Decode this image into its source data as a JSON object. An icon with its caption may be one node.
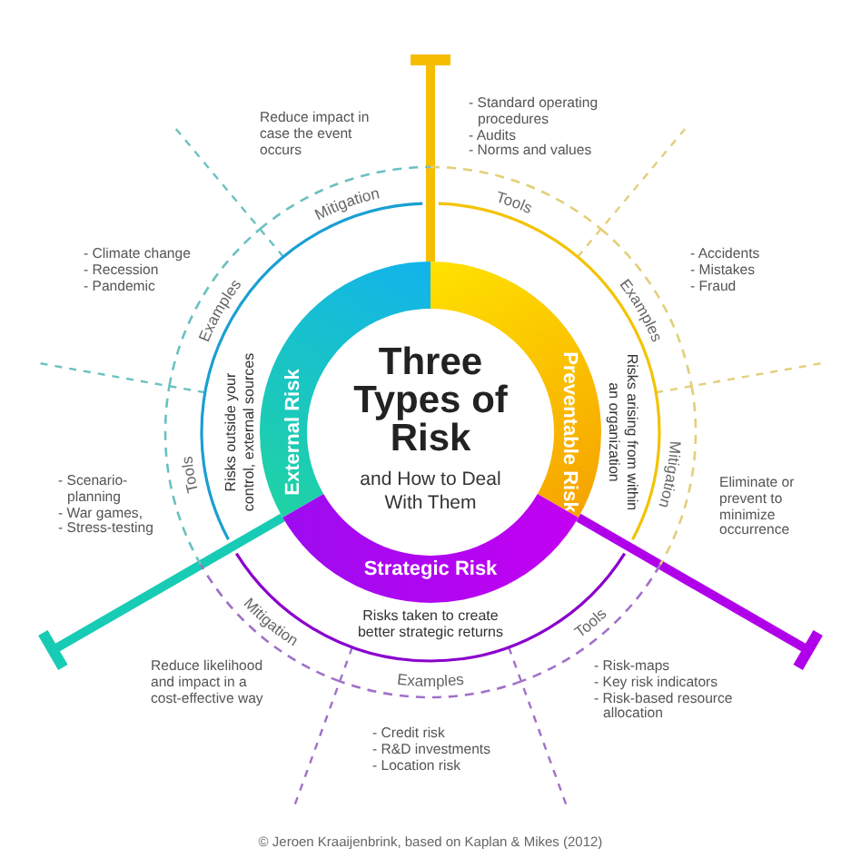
{
  "diagram": {
    "title": "Three Types of Risk",
    "caption": "© Jeroen Kraaijenbrink, based on Kaplan & Mikes (2012)",
    "nodes": [
      {
        "text": [
          "External Risk",
          "Risks outside your control, external sources"
        ]
      },
      {
        "text": [
          "Preventable Risk",
          "Risks arising from within an organization"
        ]
      },
      {
        "text": [
          "Strategic Risk",
          "Risks taken to create better strategic returns"
        ]
      },
      {
        "text": [
          "Tools",
          "- Scenario-planning",
          "- War games,",
          "- Stress-testing"
        ]
      },
      {
        "text": [
          "Examples",
          "- Climate change",
          "- Recession",
          "- Pandemic"
        ]
      },
      {
        "text": [
          "Reduce impact in case the event occurs",
          "Mitigation"
        ]
      },
      {
        "text": [
          "- Standard operating procedures",
          "- Audits",
          "- Norms and values",
          "Tools"
        ]
      },
      {
        "text": [
          "Examples",
          "- Accidents",
          "- Mistakes",
          "- Fraud"
        ]
      },
      {
        "text": [
          "Mitigation",
          "Eliminate or prevent to minimize occurrence"
        ]
      },
      {
        "text": [
          "Tools",
          "- Risk-maps",
          "- Key risk indicators",
          "- Risk-based resource allocation"
        ]
      },
      {
        "text": [
          "Examples",
          "- Credit risk",
          "- R&D investments",
          "- Location risk"
        ]
      },
      {
        "text": [
          "Mitigation",
          "Reduce likelihood and impact in a cost-effective way"
        ]
      }
    ],
    "labels": [
      "and How to Deal With Them"
    ]
  }
}
